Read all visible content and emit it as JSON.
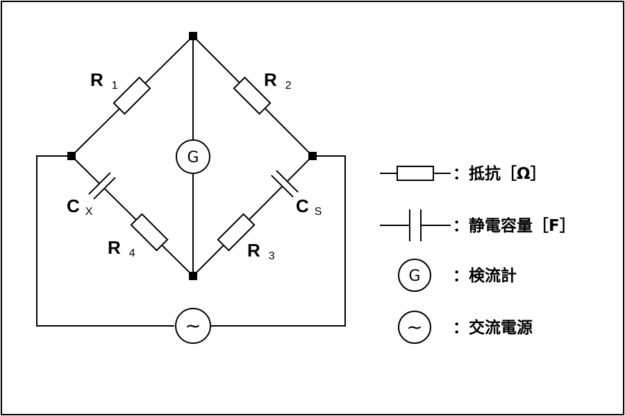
{
  "labels": {
    "r1": {
      "main": "R",
      "sub": "1"
    },
    "r2": {
      "main": "R",
      "sub": "2"
    },
    "r3": {
      "main": "R",
      "sub": "3"
    },
    "r4": {
      "main": "R",
      "sub": "4"
    },
    "cx": {
      "main": "C",
      "sub": "X"
    },
    "cs": {
      "main": "C",
      "sub": "S"
    }
  },
  "galvanometer_symbol": "G",
  "ac_source_symbol": "~",
  "legend": [
    {
      "symbol": "resistor",
      "label": "：抵抗［Ω］"
    },
    {
      "symbol": "capacitor",
      "label": "：静電容量［F］"
    },
    {
      "symbol": "galvanometer",
      "glyph": "G",
      "label": "：検流計"
    },
    {
      "symbol": "ac-source",
      "glyph": "~",
      "label": "：交流電源"
    }
  ]
}
